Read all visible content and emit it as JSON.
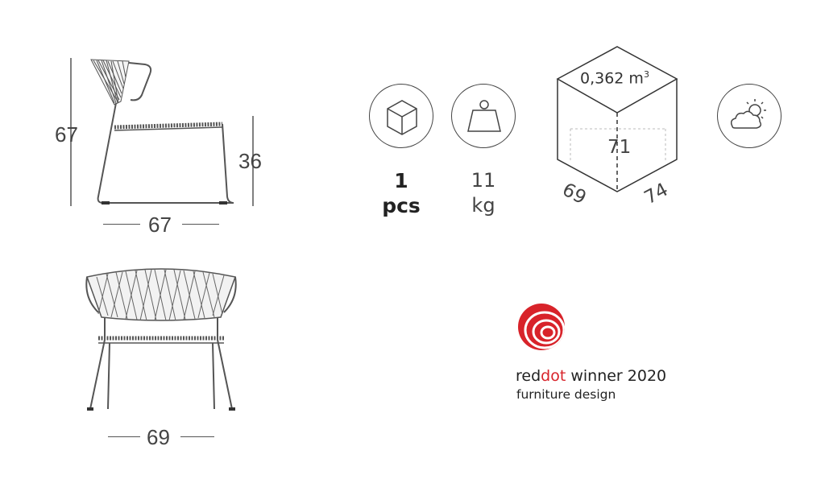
{
  "side_view": {
    "height_label": "67",
    "seat_height_label": "36",
    "depth_label": "67"
  },
  "front_view": {
    "width_label": "69"
  },
  "packaging": {
    "quantity_value": "1",
    "quantity_unit": "pcs",
    "weight_value": "11",
    "weight_unit": "kg",
    "volume_label": "0,362 m",
    "volume_superscript": "3",
    "box_height": "71",
    "box_width": "69",
    "box_depth": "74"
  },
  "icons": {
    "box": "box-icon",
    "weight": "weight-icon",
    "outdoor": "weather-icon"
  },
  "award": {
    "brand_part1": "red",
    "brand_part2": "dot",
    "suffix": " winner 2020",
    "category": "furniture design",
    "accent_color": "#d8232a"
  }
}
